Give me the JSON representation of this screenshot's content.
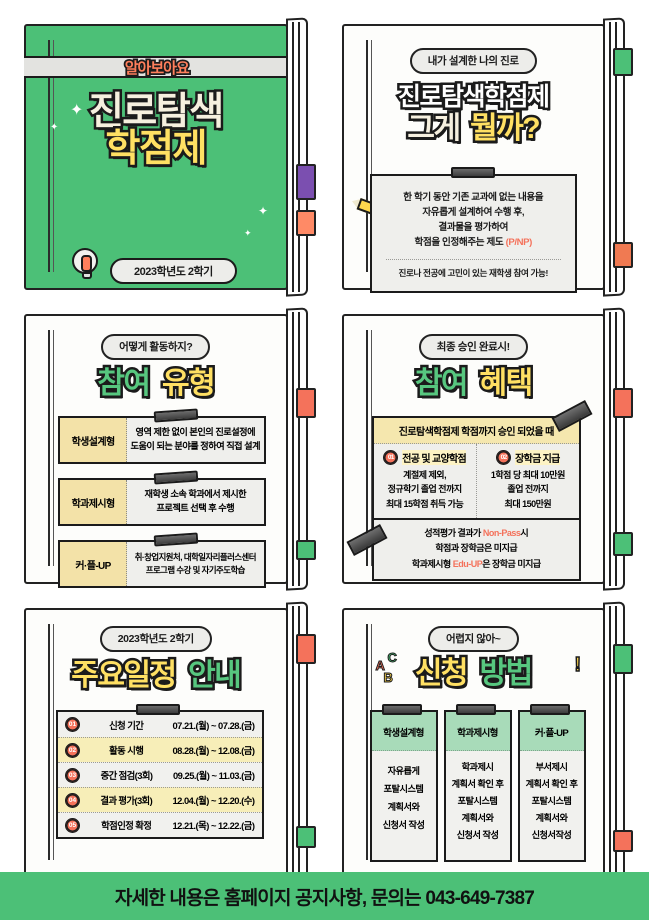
{
  "panels": [
    {
      "id": "intro",
      "band_label": "알아보아요",
      "title_line1": "진로탐색",
      "title_line2": "학점제",
      "pill": "2023학년도 2학기",
      "tabs": [
        {
          "color": "#7b4fb0",
          "name": "tab-purple"
        },
        {
          "color": "#ff8a66",
          "name": "tab-orange"
        }
      ]
    },
    {
      "id": "what-is",
      "bubble": "내가 설계한 나의 진로",
      "title_line1": "진로탐색학점제",
      "title_a": "그게",
      "title_b": "뭘까?",
      "note_lines": [
        "한 학기 동안 기존 교과에 없는 내용을",
        "자유롭게 설계하여 수행 후,",
        "결과물을 평가하여",
        "학점을 인정해주는 제도"
      ],
      "note_badge": "(P/NP)",
      "note_footer": "진로나 전공에 고민이 있는 재학생 참여 가능!",
      "tabs": [
        {
          "color": "#4cc077",
          "name": "tab-green"
        },
        {
          "color": "#f07a52",
          "name": "tab-orange"
        }
      ]
    },
    {
      "id": "types",
      "bubble": "어떻게 활동하지?",
      "title_a": "참여",
      "title_b": "유형",
      "rows": [
        {
          "key": "학생설계형",
          "value_line1": "영역 제한 없이 본인의 진로설정에",
          "value_line2": "도움이 되는 분야를 정하여 직접 설계"
        },
        {
          "key": "학과제시형",
          "value_line1": "재학생 소속 학과에서 제시한",
          "value_line2": "프로젝트 선택 후 수행"
        },
        {
          "key": "커·플-UP",
          "value_line1": "취·창업지원처, 대학일자리플러스센터",
          "value_line2": "프로그램 수강 및 자기주도학습"
        }
      ],
      "tabs": [
        {
          "color": "#f4725b",
          "name": "tab-orange"
        },
        {
          "color": "#4cc077",
          "name": "tab-green"
        }
      ]
    },
    {
      "id": "benefits",
      "bubble": "최종 승인 완료시!",
      "title_a": "참여",
      "title_b": "혜택",
      "head": "진로탐색학점제  학점까지 승인 되었을 때",
      "cols": [
        {
          "num": "01",
          "title": "전공 및 교양학점",
          "body": [
            "계절제 제외,",
            "정규학기 졸업 전까지",
            "최대 15학점 취득 가능"
          ]
        },
        {
          "num": "02",
          "title": "장학금 지급",
          "body": [
            "1학점 당 최대 10만원",
            "졸업 전까지",
            "최대 150만원"
          ]
        }
      ],
      "foot": [
        {
          "pre": "성적평가 결과가 ",
          "accent": "Non-Pass",
          "post": "시"
        },
        {
          "pre": "학점과 장학금은 미지급",
          "accent": "",
          "post": ""
        },
        {
          "pre": "학과제시형 ",
          "accent": "Edu-UP",
          "post": "은 장학금 미지급"
        }
      ],
      "tabs": [
        {
          "color": "#f4725b",
          "name": "tab-orange"
        },
        {
          "color": "#4cc077",
          "name": "tab-green"
        }
      ]
    },
    {
      "id": "schedule",
      "bubble": "2023학년도 2학기",
      "title_a": "주요일정",
      "title_b": "안내",
      "rows": [
        {
          "num": "01",
          "label": "신청 기간",
          "date": "07.21.(월) ~ 07.28.(금)"
        },
        {
          "num": "02",
          "label": "활동 시행",
          "date": "08.28.(월) ~ 12.08.(금)"
        },
        {
          "num": "03",
          "label": "중간 점검(3회)",
          "date": "09.25.(월) ~ 11.03.(금)"
        },
        {
          "num": "04",
          "label": "결과 평가(3회)",
          "date": "12.04.(월) ~ 12.20.(수)"
        },
        {
          "num": "05",
          "label": "학점인정 확정",
          "date": "12.21.(목) ~ 12.22.(금)"
        }
      ],
      "tabs": [
        {
          "color": "#f4725b",
          "name": "tab-orange"
        },
        {
          "color": "#4cc077",
          "name": "tab-green"
        }
      ]
    },
    {
      "id": "how-to-apply",
      "bubble": "어렵지 않아~",
      "title_a": "신청",
      "title_b": "방법",
      "doodle_a": "A",
      "doodle_b": "B",
      "doodle_c": "C",
      "columns": [
        {
          "head": "학생설계형",
          "body": [
            "자유롭게",
            "포탈시스템",
            "계획서와",
            "신청서 작성"
          ]
        },
        {
          "head": "학과제시형",
          "body": [
            "학과제시",
            "계획서 확인 후",
            "포탈시스템",
            "계획서와",
            "신청서 작성"
          ]
        },
        {
          "head": "커·플-UP",
          "body": [
            "부서제시",
            "계획서 확인 후",
            "포탈시스템",
            "계획서와",
            "신청서작성"
          ]
        }
      ],
      "tabs": [
        {
          "color": "#4cc077",
          "name": "tab-green"
        },
        {
          "color": "#f4725b",
          "name": "tab-orange"
        }
      ]
    }
  ],
  "footer": {
    "text": "자세한 내용은 홈페이지 공지사항, 문의는 043-649-7387"
  },
  "colors": {
    "green": "#4cc077",
    "yellow": "#ffe063",
    "orange": "#f4725b",
    "cream": "#f6f0df",
    "purple": "#7b4fb0",
    "paper": "#fdfdfb",
    "ink": "#1b1b1b"
  }
}
